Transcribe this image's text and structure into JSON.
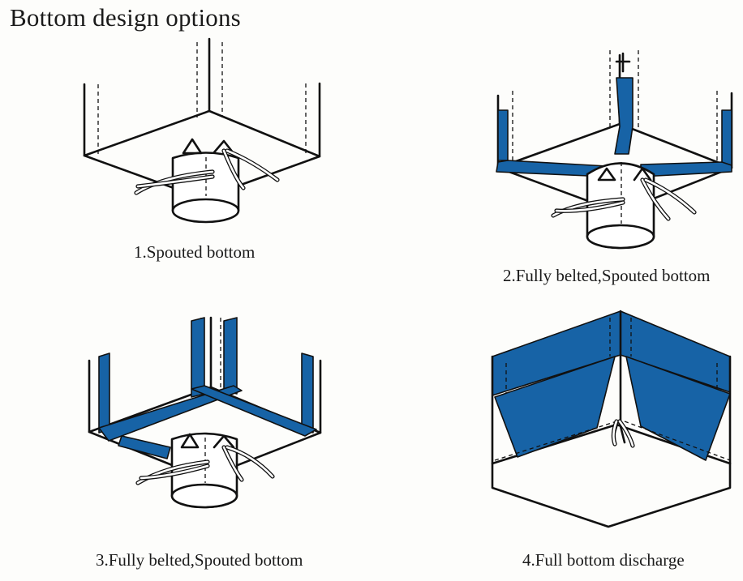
{
  "title": "Bottom design options",
  "colors": {
    "belt_blue": "#1763a6",
    "line": "#111111",
    "background": "#fdfdfb"
  },
  "options": [
    {
      "caption": "1.Spouted bottom"
    },
    {
      "caption": "2.Fully belted,Spouted bottom"
    },
    {
      "caption": "3.Fully belted,Spouted bottom"
    },
    {
      "caption": "4.Full bottom discharge"
    }
  ]
}
